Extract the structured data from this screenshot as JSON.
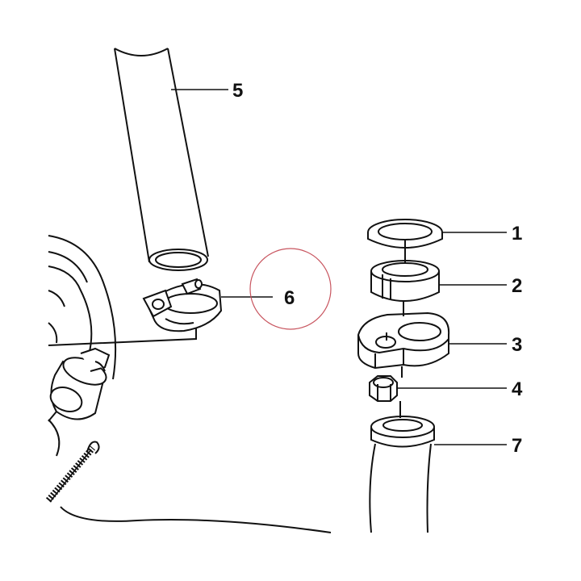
{
  "diagram": {
    "colors": {
      "line": "#111111",
      "highlight": "#c8555f",
      "background": "#ffffff"
    },
    "callouts": [
      {
        "id": "1",
        "label": "1"
      },
      {
        "id": "2",
        "label": "2"
      },
      {
        "id": "3",
        "label": "3"
      },
      {
        "id": "4",
        "label": "4"
      },
      {
        "id": "5",
        "label": "5"
      },
      {
        "id": "6",
        "label": "6"
      },
      {
        "id": "7",
        "label": "7"
      }
    ],
    "highlighted_callout": "6"
  }
}
